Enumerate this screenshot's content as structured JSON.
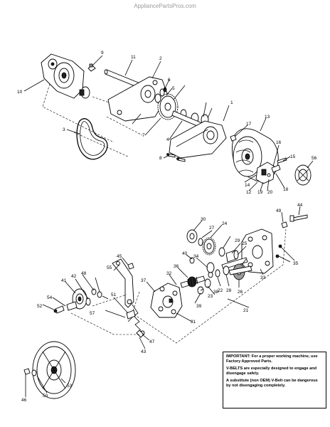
{
  "watermark": "AppliancePartsPros.com",
  "notice": {
    "important": "IMPORTANT: For a proper working machine, use Factory Approved Parts.",
    "belts": "V-BELTS are especially designed to engage and disengage safely.",
    "warning": "A substitute (non OEM) V-Belt can be dangerous by not disengaging completely."
  },
  "callouts": [
    "1",
    "2",
    "3",
    "4",
    "5",
    "6",
    "7",
    "8",
    "9",
    "10",
    "11",
    "12",
    "13",
    "14",
    "15",
    "16",
    "17",
    "18",
    "19",
    "20",
    "21",
    "22",
    "23",
    "24",
    "25",
    "26",
    "27",
    "28",
    "29",
    "30",
    "31",
    "32",
    "33",
    "34",
    "35",
    "36",
    "37",
    "38",
    "39",
    "40",
    "41",
    "42",
    "43",
    "44",
    "45",
    "46",
    "47",
    "48",
    "49",
    "50",
    "51",
    "52",
    "53",
    "54",
    "55",
    "56",
    "57"
  ]
}
